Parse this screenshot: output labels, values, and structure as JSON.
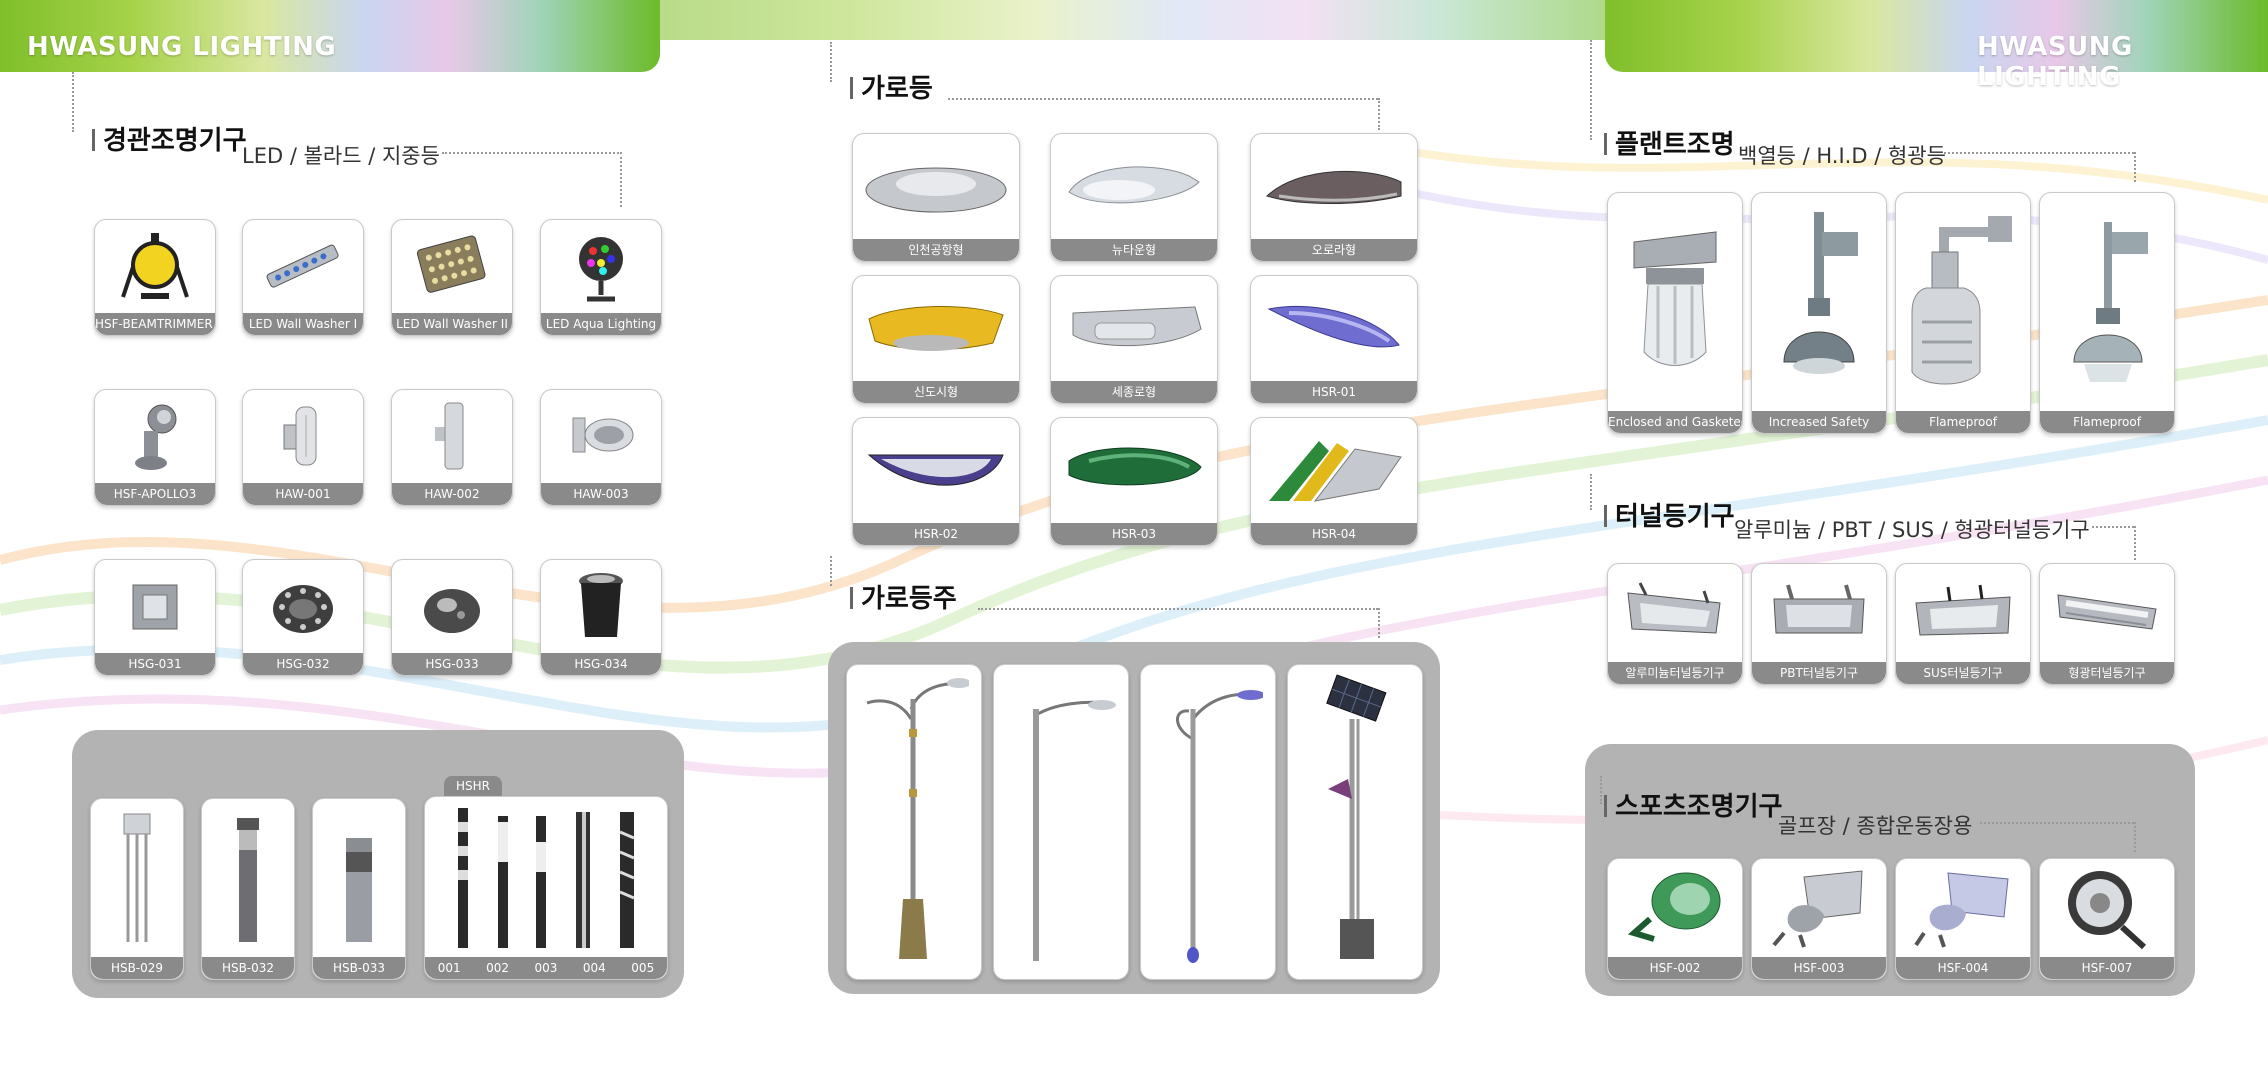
{
  "brand_left": "HWASUNG LIGHTING",
  "brand_right": "HWASUNG LIGHTING",
  "landscape": {
    "title": "경관조명기구",
    "subtitle": "LED / 볼라드 / 지중등",
    "products": [
      {
        "label": "HSF-BEAMTRIMMER II"
      },
      {
        "label": "LED Wall Washer I"
      },
      {
        "label": "LED Wall Washer II"
      },
      {
        "label": "LED Aqua Lighting"
      },
      {
        "label": "HSF-APOLLO3"
      },
      {
        "label": "HAW-001"
      },
      {
        "label": "HAW-002"
      },
      {
        "label": "HAW-003"
      },
      {
        "label": "HSG-031"
      },
      {
        "label": "HSG-032"
      },
      {
        "label": "HSG-033"
      },
      {
        "label": "HSG-034"
      }
    ],
    "bollards": [
      {
        "label": "HSB-029"
      },
      {
        "label": "HSB-032"
      },
      {
        "label": "HSB-033"
      }
    ],
    "hshr": {
      "badge": "HSHR",
      "codes": [
        "001",
        "002",
        "003",
        "004",
        "005"
      ]
    }
  },
  "streetlight": {
    "title": "가로등",
    "products": [
      {
        "label": "인천공항형"
      },
      {
        "label": "뉴타운형"
      },
      {
        "label": "오로라형"
      },
      {
        "label": "신도시형"
      },
      {
        "label": "세종로형"
      },
      {
        "label": "HSR-01"
      },
      {
        "label": "HSR-02"
      },
      {
        "label": "HSR-03"
      },
      {
        "label": "HSR-04"
      }
    ]
  },
  "pole": {
    "title": "가로등주"
  },
  "plant": {
    "title": "플랜트조명",
    "subtitle": "백열등 / H.I.D / 형광등",
    "products": [
      {
        "label": "Enclosed and Gasketed"
      },
      {
        "label": "Increased Safety"
      },
      {
        "label": "Flameproof"
      },
      {
        "label": "Flameproof"
      }
    ]
  },
  "tunnel": {
    "title": "터널등기구",
    "subtitle": "알루미늄 / PBT / SUS / 형광터널등기구",
    "products": [
      {
        "label": "알루미늄터널등기구"
      },
      {
        "label": "PBT터널등기구"
      },
      {
        "label": "SUS터널등기구"
      },
      {
        "label": "형광터널등기구"
      }
    ]
  },
  "sports": {
    "title": "스포츠조명기구",
    "subtitle": "골프장 / 종합운동장용",
    "products": [
      {
        "label": "HSF-002"
      },
      {
        "label": "HSF-003"
      },
      {
        "label": "HSF-004"
      },
      {
        "label": "HSF-007"
      }
    ]
  },
  "colors": {
    "card_label": "#8a8a8a",
    "panel": "#b3b3b3",
    "accent_green": "#7fbf2a"
  }
}
